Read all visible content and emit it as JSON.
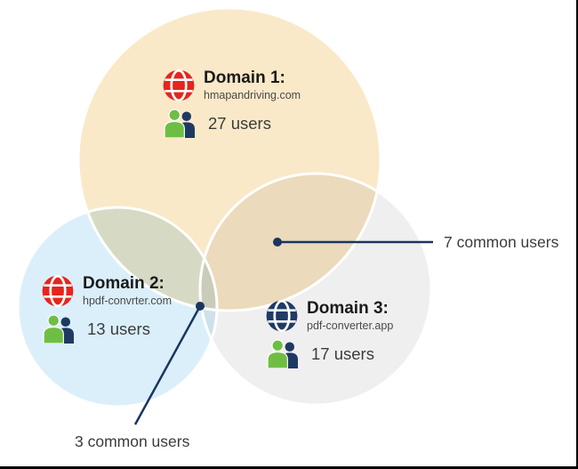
{
  "diagram": {
    "type": "venn",
    "domains": [
      {
        "label": "Domain 1:",
        "url": "hmapandriving.com",
        "users_label": "27 users",
        "users_count": 27,
        "circle_color": "#FAE9C8",
        "globe_color": "#E6251C"
      },
      {
        "label": "Domain 2:",
        "url": "hpdf-convrter.com",
        "users_label": "13 users",
        "users_count": 13,
        "circle_color": "#DBEFFA",
        "globe_color": "#E6251C"
      },
      {
        "label": "Domain 3:",
        "url": "pdf-converter.app",
        "users_label": "17 users",
        "users_count": 17,
        "circle_color": "#F0EFEF",
        "globe_color": "#1F3B66"
      }
    ],
    "annotations": [
      {
        "label": "7 common users"
      },
      {
        "label": "3 common users"
      }
    ],
    "colors": {
      "annotation_line": "#1A3560",
      "user_icon_green": "#6FBE44",
      "user_icon_navy": "#1E3A63",
      "circle_outline": "#FFFFFF",
      "border": "#000000"
    }
  }
}
